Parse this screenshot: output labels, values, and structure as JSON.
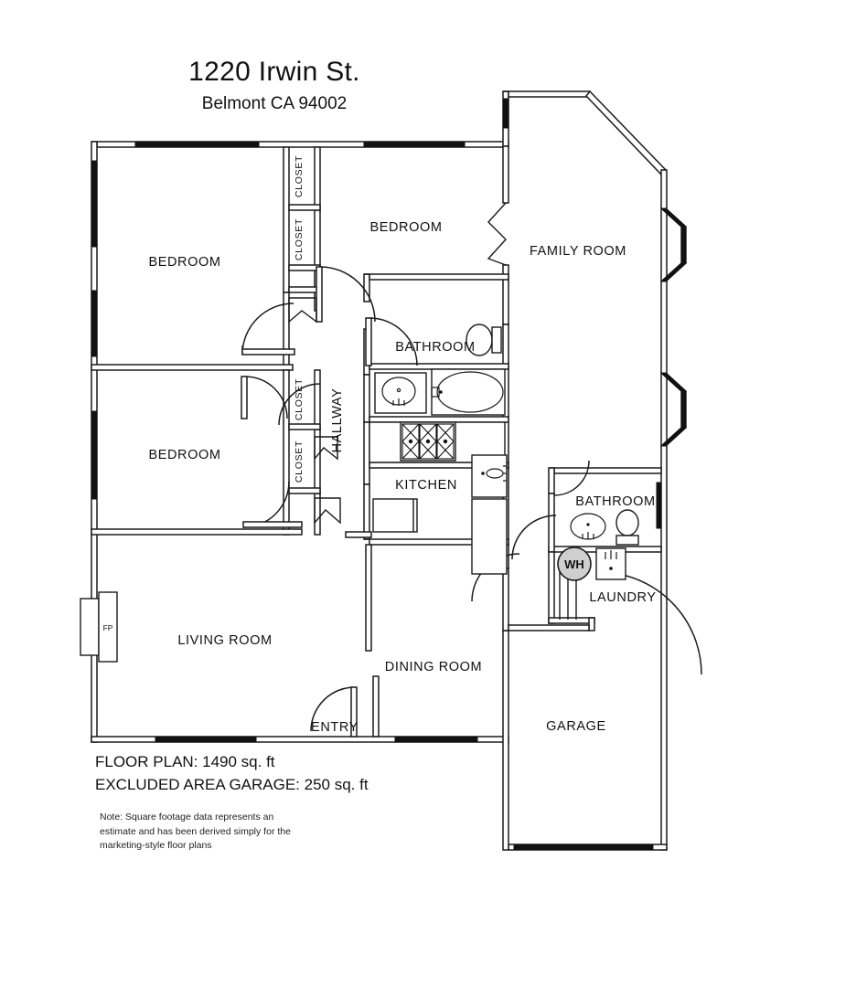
{
  "header": {
    "title": "1220 Irwin St.",
    "subtitle": "Belmont CA 94002"
  },
  "footer": {
    "floor_plan_area": "FLOOR PLAN: 1490 sq. ft",
    "excluded_area": "EXCLUDED AREA GARAGE: 250 sq. ft",
    "note_line_1": "Note: Square footage data represents an",
    "note_line_2": "estimate and has been derived simply for the",
    "note_line_3": "marketing-style floor plans"
  },
  "rooms": {
    "bedroom_1": "BEDROOM",
    "bedroom_2": "BEDROOM",
    "bedroom_3": "BEDROOM",
    "family_room": "FAMILY ROOM",
    "bathroom_1": "BATHROOM",
    "bathroom_2": "BATHROOM",
    "hallway": "HALLWAY",
    "kitchen": "KITCHEN",
    "living_room": "LIVING ROOM",
    "dining_room": "DINING ROOM",
    "entry": "ENTRY",
    "laundry": "LAUNDRY",
    "garage": "GARAGE"
  },
  "closets": {
    "closet_1": "CLOSET",
    "closet_2": "CLOSET",
    "closet_3": "CLOSET",
    "closet_4": "CLOSET"
  },
  "fixtures": {
    "water_heater": "WH",
    "fireplace": "FP"
  },
  "colors": {
    "wall_stroke": "#1a1a1a",
    "window_fill": "#111111",
    "water_heater_fill": "#cfcfcf",
    "background": "#ffffff",
    "text": "#111111"
  }
}
